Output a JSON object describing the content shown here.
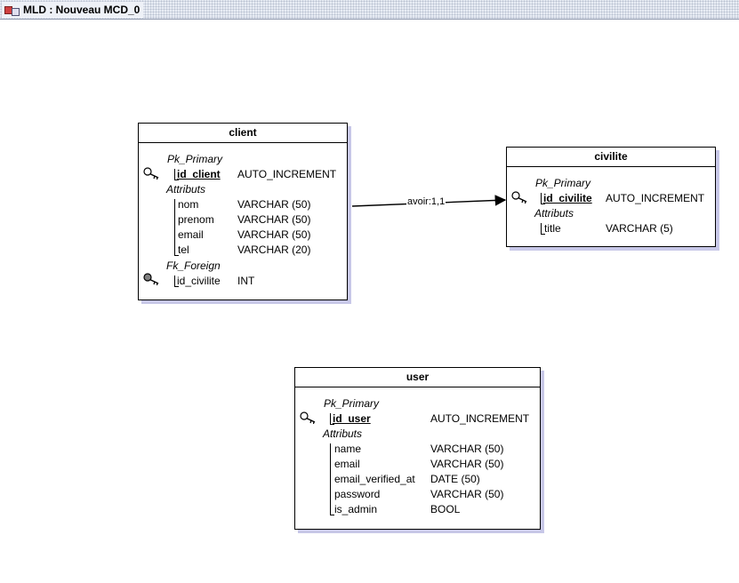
{
  "window": {
    "title": "MLD : Nouveau MCD_0"
  },
  "entities": {
    "client": {
      "name": "client",
      "pk_label": "Pk_Primary",
      "pk_field": "id_client",
      "pk_type": "AUTO_INCREMENT",
      "attr_label": "Attributs",
      "attributes": [
        {
          "name": "nom",
          "type": "VARCHAR (50)"
        },
        {
          "name": "prenom",
          "type": "VARCHAR (50)"
        },
        {
          "name": "email",
          "type": "VARCHAR (50)"
        },
        {
          "name": "tel",
          "type": "VARCHAR (20)"
        }
      ],
      "fk_label": "Fk_Foreign",
      "fk_field": "id_civilite",
      "fk_type": "INT"
    },
    "civilite": {
      "name": "civilite",
      "pk_label": "Pk_Primary",
      "pk_field": "id_civilite",
      "pk_type": "AUTO_INCREMENT",
      "attr_label": "Attributs",
      "attributes": [
        {
          "name": "title",
          "type": "VARCHAR (5)"
        }
      ]
    },
    "user": {
      "name": "user",
      "pk_label": "Pk_Primary",
      "pk_field": "id_user",
      "pk_type": "AUTO_INCREMENT",
      "attr_label": "Attributs",
      "attributes": [
        {
          "name": "name",
          "type": "VARCHAR (50)"
        },
        {
          "name": "email",
          "type": "VARCHAR (50)"
        },
        {
          "name": "email_verified_at",
          "type": "DATE (50)"
        },
        {
          "name": "password",
          "type": "VARCHAR (50)"
        },
        {
          "name": "is_admin",
          "type": "BOOL"
        }
      ]
    }
  },
  "relation": {
    "label": "avoir:1,1",
    "from": "client",
    "to": "civilite"
  },
  "colors": {
    "shadow": "#c8c8e8",
    "border": "#000000",
    "pk_key": "#ffffff",
    "fk_key": "#808080"
  }
}
